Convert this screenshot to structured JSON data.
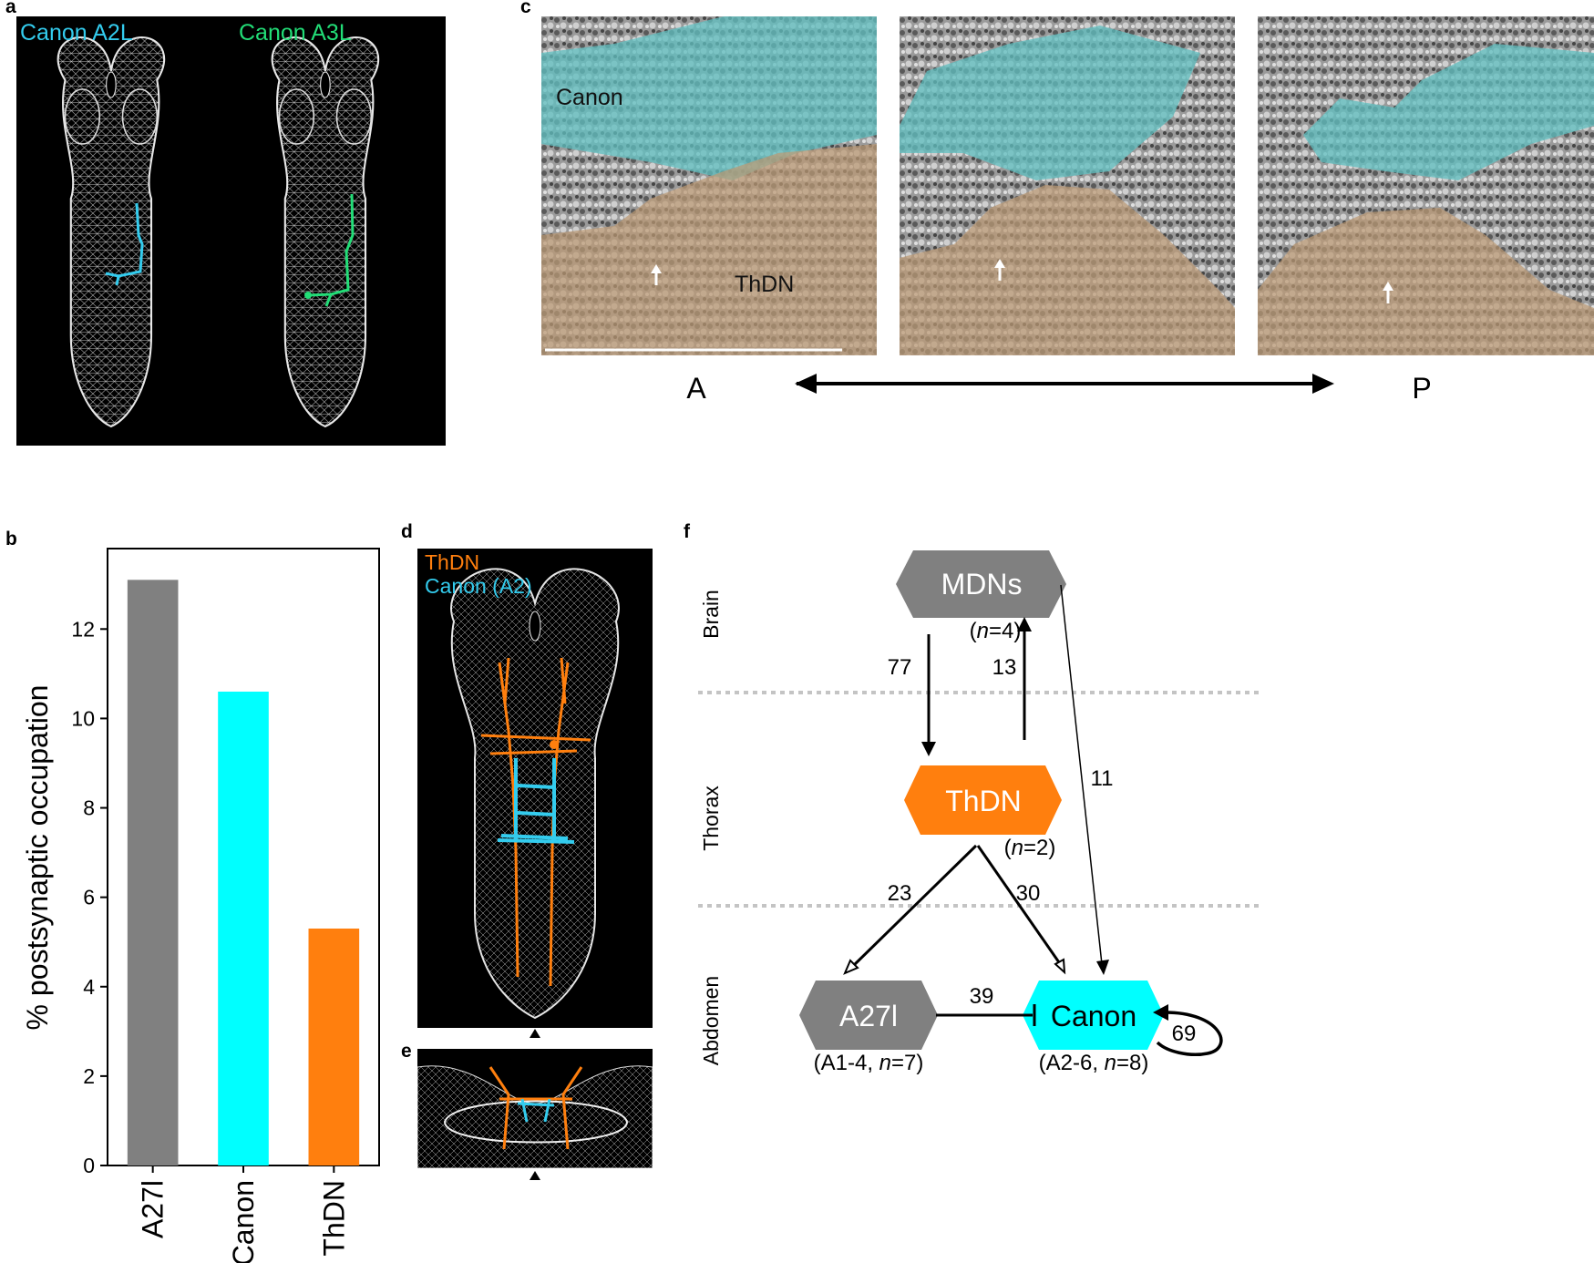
{
  "panel_labels": {
    "a": "a",
    "b": "b",
    "c": "c",
    "d": "d",
    "e": "e",
    "f": "f"
  },
  "panel_a": {
    "label_left": "Canon A2L",
    "label_right": "Canon A3L",
    "color_left": "#33ccee",
    "color_right": "#22dd77"
  },
  "panel_c": {
    "label_canon": "Canon",
    "label_thdn": "ThDN",
    "axis_start": "A",
    "axis_end": "P",
    "canon_color": "#5fbfc0",
    "thdn_color": "#8a5a2a"
  },
  "panel_d": {
    "label_thdn": "ThDN",
    "label_canon": "Canon (A2)",
    "thdn_color": "#ff7f0e",
    "canon_color": "#33ccee"
  },
  "chart_data": {
    "type": "bar",
    "title": "",
    "xlabel": "",
    "ylabel": "% postsynaptic occupation",
    "categories": [
      "A27l",
      "Canon",
      "ThDN"
    ],
    "values": [
      13.1,
      10.6,
      5.3
    ],
    "colors": [
      "#808080",
      "#00ffff",
      "#ff7f0e"
    ],
    "ylim": [
      0,
      13.8
    ],
    "yticks": [
      "0",
      "2",
      "4",
      "6",
      "8",
      "10",
      "12"
    ],
    "grid": false
  },
  "panel_f": {
    "regions": [
      "Brain",
      "Thorax",
      "Abdomen"
    ],
    "nodes": {
      "mdn": {
        "label": "MDNs",
        "count_prefix": "(",
        "count_n": "n",
        "count_suffix": "=4)",
        "color": "#808080"
      },
      "thdn": {
        "label": "ThDN",
        "count_prefix": "(",
        "count_n": "n",
        "count_suffix": "=2)",
        "color": "#ff7f0e"
      },
      "a27": {
        "label": "A27l",
        "count_prefix": "(A1-4, ",
        "count_n": "n",
        "count_suffix": "=7)",
        "color": "#808080"
      },
      "canon": {
        "label": "Canon",
        "count_prefix": "(A2-6, ",
        "count_n": "n",
        "count_suffix": "=8)",
        "color": "#00ffff"
      }
    },
    "weights": {
      "mdn_to_thdn": "77",
      "thdn_to_mdn": "13",
      "mdn_to_canon": "11",
      "thdn_to_a27": "23",
      "thdn_to_canon": "30",
      "a27_to_canon": "39",
      "canon_self": "69"
    }
  }
}
